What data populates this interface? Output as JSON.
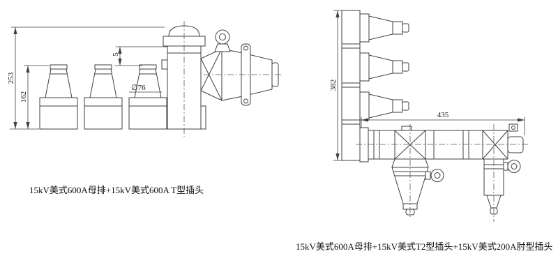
{
  "page": {
    "background": "#ffffff",
    "line_color": "#3f3f3f",
    "drawing_type": "technical line drawing, two orthographic views of 15kV cable connector assemblies"
  },
  "left_view": {
    "caption": "15kV美式600A母排+15kV美式600A T型插头",
    "dim_overall_height": "253",
    "dim_bushing_height": "162",
    "dim_gap": "5",
    "dim_diameter": "∅76"
  },
  "right_view": {
    "caption": "15kV美式600A母排+15kV美式T2型插头+15kV美式200A肘型插头",
    "dim_overall_height": "382",
    "dim_overall_length": "435"
  }
}
